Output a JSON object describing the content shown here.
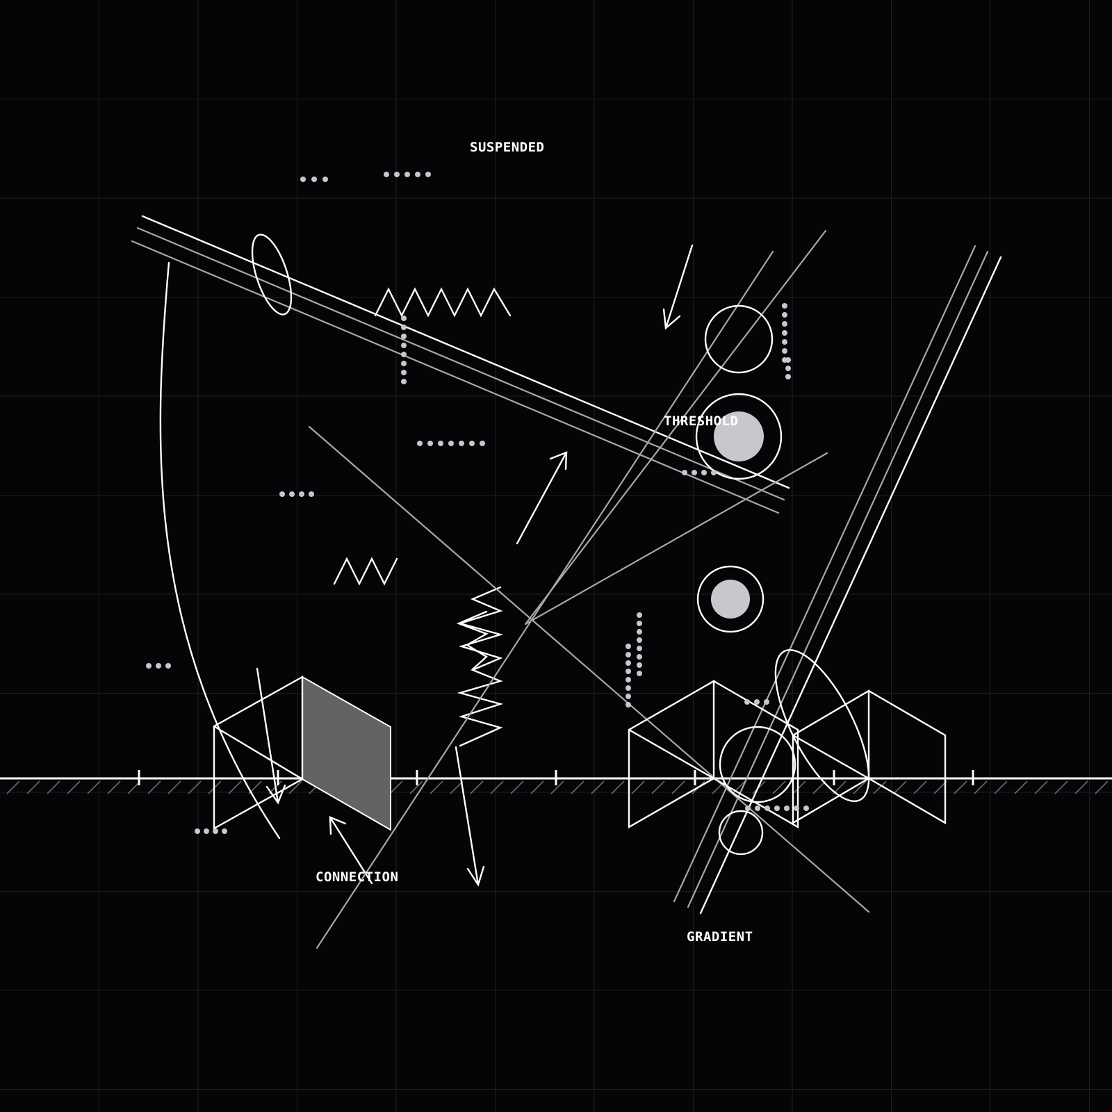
{
  "labels": {
    "suspended": "SUSPENDED",
    "threshold": "THRESHOLD",
    "connection": "CONNECTION",
    "gradient": "GRADIENT"
  },
  "colors": {
    "background": "#050507",
    "stroke": "#ffffff",
    "muted_stroke": "#a8a8aa",
    "dot": "#c8c8cc",
    "filled_circle": "#c8c8cc",
    "panel_fill": "#636265",
    "grid": "#1e1e22"
  }
}
